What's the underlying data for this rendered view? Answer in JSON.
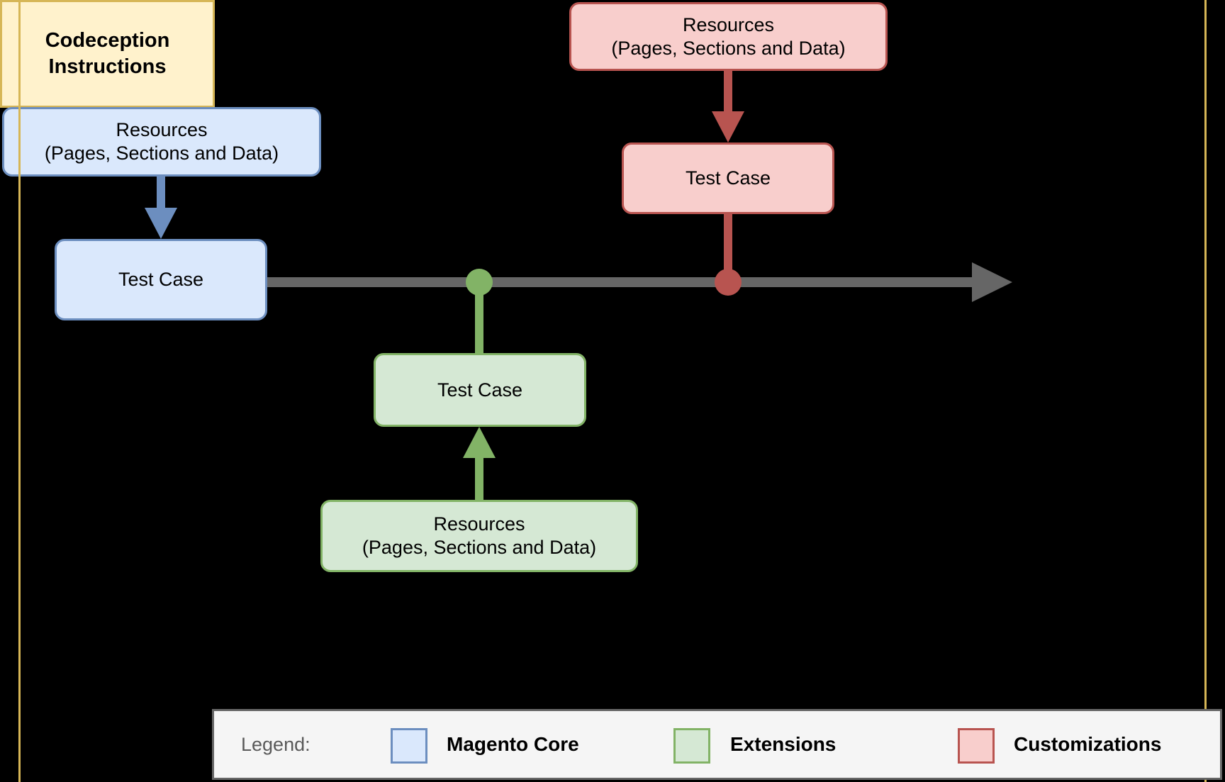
{
  "diagram": {
    "nodes": {
      "core_resources": {
        "line1": "Resources",
        "line2": "(Pages, Sections and Data)"
      },
      "core_test_case": {
        "label": "Test Case"
      },
      "extension_resources": {
        "line1": "Resources",
        "line2": "(Pages, Sections and Data)"
      },
      "extension_test_case": {
        "label": "Test Case"
      },
      "customization_resources": {
        "line1": "Resources",
        "line2": "(Pages, Sections and Data)"
      },
      "customization_test_case": {
        "label": "Test Case"
      },
      "output": {
        "line1": "Codeception",
        "line2": "Instructions"
      }
    },
    "colors": {
      "magento_core_fill": "#dae8fc",
      "magento_core_stroke": "#6c8ebf",
      "extensions_fill": "#d5e8d4",
      "extensions_stroke": "#82b366",
      "customizations_fill": "#f8cecc",
      "customizations_stroke": "#b85450",
      "output_fill": "#fff2cc",
      "output_stroke": "#d6b656",
      "flow_arrow": "#666666",
      "background": "#000000",
      "legend_background": "#f5f5f5"
    }
  },
  "legend": {
    "title": "Legend:",
    "items": [
      {
        "id": "magento-core",
        "label": "Magento Core",
        "swatch_fill": "#dae8fc",
        "swatch_stroke": "#6c8ebf"
      },
      {
        "id": "extensions",
        "label": "Extensions",
        "swatch_fill": "#d5e8d4",
        "swatch_stroke": "#82b366"
      },
      {
        "id": "customizations",
        "label": "Customizations",
        "swatch_fill": "#f8cecc",
        "swatch_stroke": "#b85450"
      }
    ]
  }
}
